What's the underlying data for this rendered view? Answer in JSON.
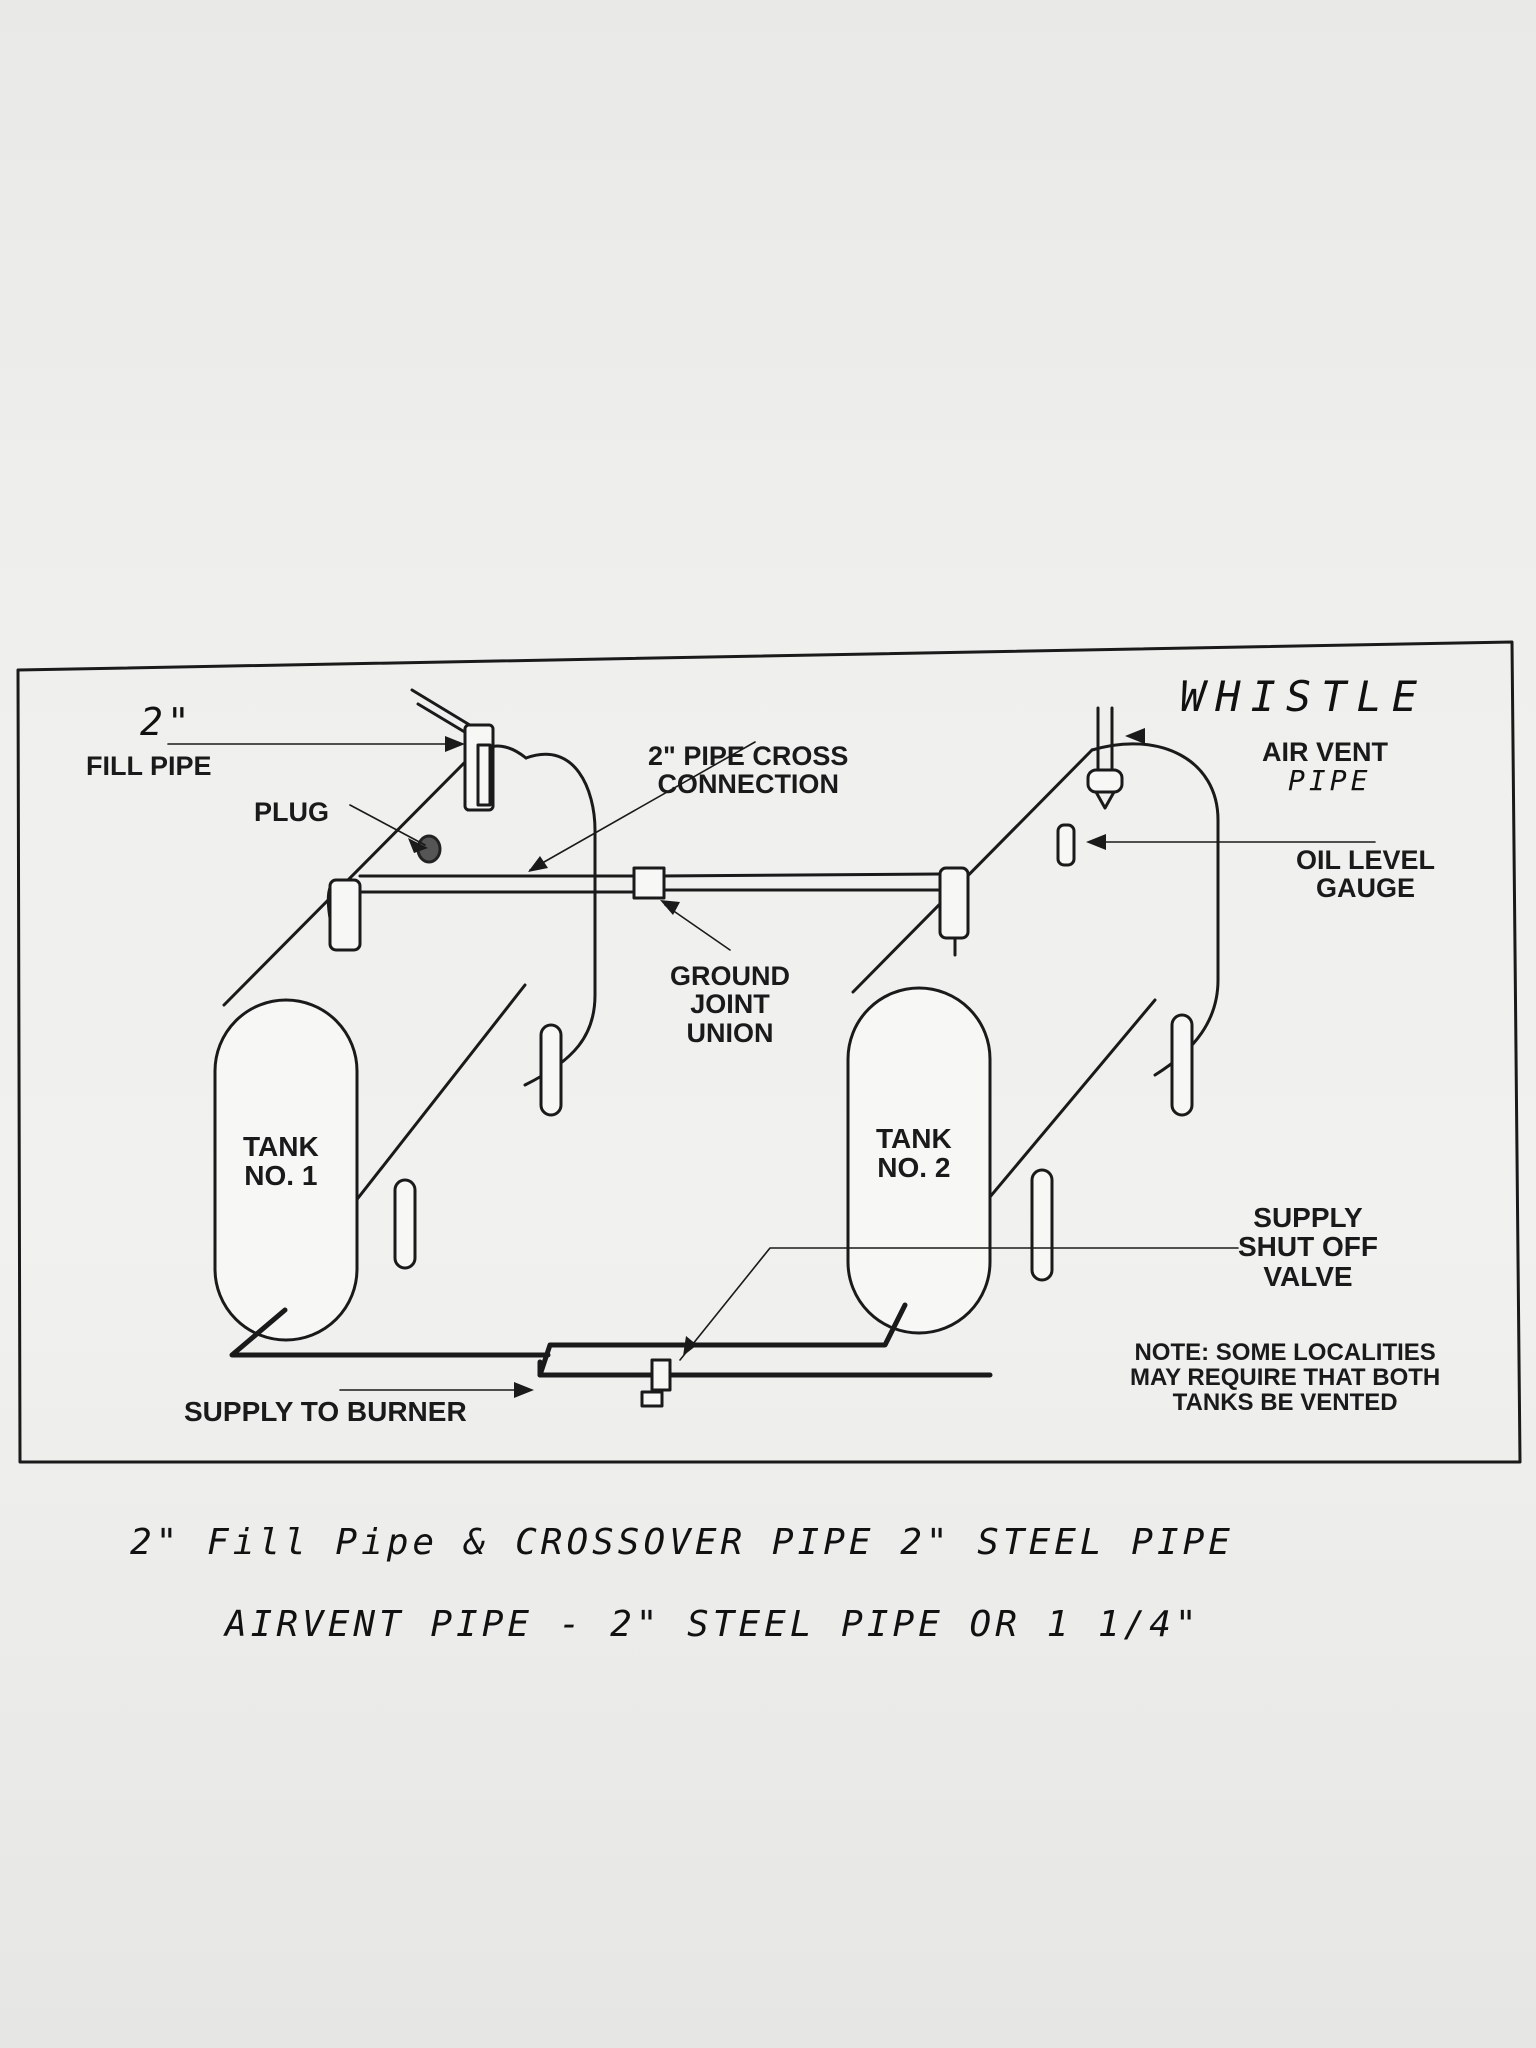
{
  "diagram": {
    "labels": {
      "fill_pipe_size": "2\"",
      "fill_pipe": "FILL PIPE",
      "plug": "PLUG",
      "cross_connection_line1": "2\" PIPE CROSS",
      "cross_connection_line2": "CONNECTION",
      "whistle": "WHISTLE",
      "air_vent": "AIR VENT",
      "air_vent_pipe": "PIPE",
      "oil_level_line1": "OIL LEVEL",
      "oil_level_line2": "GAUGE",
      "ground_joint_line1": "GROUND",
      "ground_joint_line2": "JOINT",
      "ground_joint_line3": "UNION",
      "tank1_line1": "TANK",
      "tank1_line2": "NO. 1",
      "tank2_line1": "TANK",
      "tank2_line2": "NO. 2",
      "shutoff_line1": "SUPPLY",
      "shutoff_line2": "SHUT OFF",
      "shutoff_line3": "VALVE",
      "note_line1": "NOTE: SOME LOCALITIES",
      "note_line2": "MAY REQUIRE THAT BOTH",
      "note_line3": "TANKS BE VENTED",
      "supply_to_burner": "SUPPLY TO BURNER"
    },
    "handwritten_note": {
      "line1": "2\" Fill Pipe & CROSSOVER PIPE  2\" STEEL PIPE",
      "line2": "AIRVENT PIPE - 2\" STEEL PIPE OR 1 1/4\""
    },
    "colors": {
      "ink": "#1a1a1a",
      "paper": "#f0f0ee",
      "tank_fill": "#f7f7f5"
    }
  }
}
